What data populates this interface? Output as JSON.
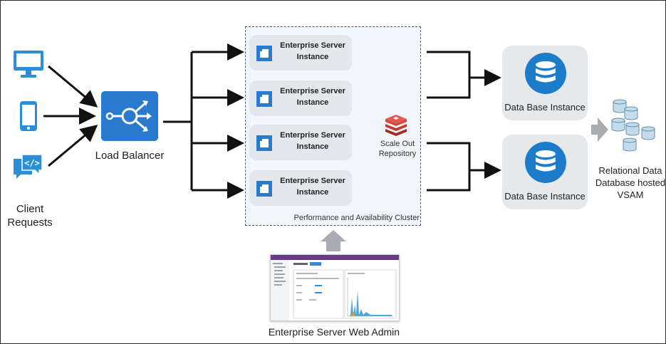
{
  "client": {
    "label_line1": "Client",
    "label_line2": "Requests",
    "icons": [
      "desktop-monitor-icon",
      "mobile-phone-icon",
      "code-chat-icon"
    ]
  },
  "load_balancer": {
    "label": "Load Balancer",
    "icon": "load-balancer-icon"
  },
  "cluster": {
    "label": "Performance and Availability Cluster",
    "instances": [
      {
        "line1": "Enterprise Server",
        "line2": "Instance"
      },
      {
        "line1": "Enterprise Server",
        "line2": "Instance"
      },
      {
        "line1": "Enterprise Server",
        "line2": "Instance"
      },
      {
        "line1": "Enterprise Server",
        "line2": "Instance"
      }
    ],
    "repository": {
      "line1": "Scale Out",
      "line2": "Repository",
      "icon": "redis-stack-icon"
    }
  },
  "databases": [
    {
      "label": "Data Base Instance",
      "icon": "database-icon"
    },
    {
      "label": "Data Base Instance",
      "icon": "database-icon"
    }
  ],
  "relational": {
    "line1": "Relational Data",
    "line2": "Database hosted",
    "line3": "VSAM",
    "icon": "database-cluster-icon"
  },
  "web_admin": {
    "label": "Enterprise  Server  Web Admin",
    "screenshot": "web-admin-screenshot"
  },
  "colors": {
    "azure_blue": "#2a7bd0",
    "database_blue": "#1d7cc9",
    "cluster_bg": "#f1f6fa",
    "card_gray": "#e4e8ed",
    "redis_red": "#c8372d",
    "arrow_black": "#111111",
    "arrow_blue": "#2f84d8",
    "gray_arrow": "#a9adb1"
  }
}
